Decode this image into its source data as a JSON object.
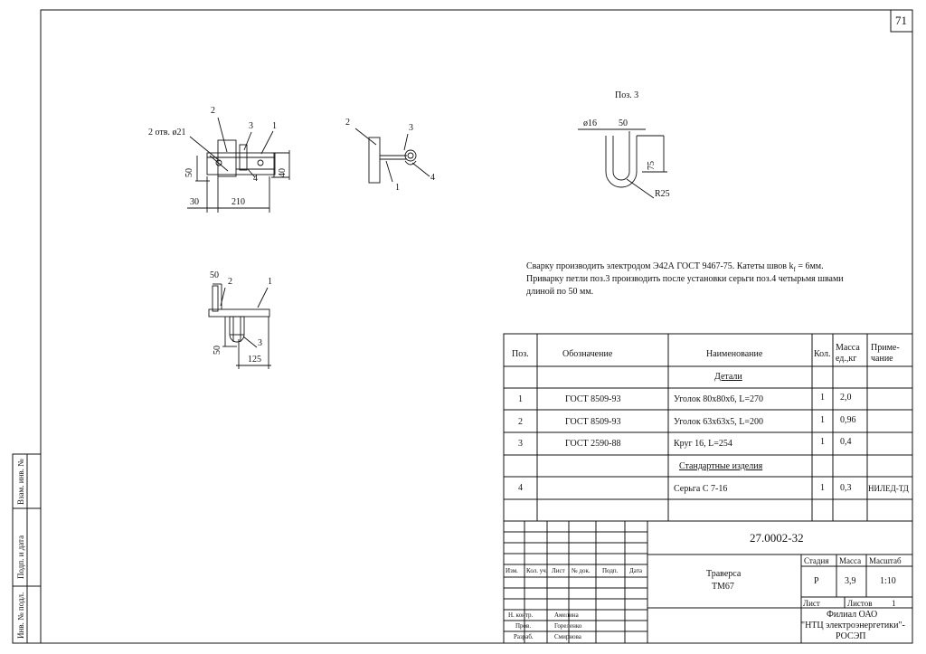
{
  "sheet": {
    "page_number": "71",
    "drawing_title": "Поз. 3"
  },
  "side_stamp": {
    "cells": [
      "Взам. инв. №",
      "Подп. и дата",
      "Инв. № подл."
    ]
  },
  "views": {
    "view1": {
      "lbl_holes": "2 отв.  ø21",
      "pos2": "2",
      "pos3": "3",
      "pos1": "1",
      "pos4": "4",
      "dim_50": "50",
      "dim_40": "40",
      "dim_30": "30",
      "dim_210": "210"
    },
    "view2": {
      "pos2": "2",
      "pos3": "3",
      "pos4": "4",
      "pos1": "1"
    },
    "view3": {
      "dim_d16": "ø16",
      "dim_50": "50",
      "dim_75": "75",
      "dim_r25": "R25"
    },
    "view4": {
      "dim_50_top": "50",
      "pos2": "2",
      "pos1": "1",
      "dim_50_side": "50",
      "pos3": "3",
      "dim_125": "125"
    }
  },
  "notes": {
    "line1_a": "Сварку производить электродом Э42А ГОСТ 9467-75.  Катеты швов k",
    "line1_sub": "f",
    "line1_b": " = 6мм.",
    "line2": "Приварку петли поз.3 производить после установки серьги поз.4 четырьмя швами",
    "line3": "длиной по 50 мм."
  },
  "spec": {
    "headers": {
      "pos": "Поз.",
      "designation": "Обозначение",
      "name": "Наименование",
      "qty": "Кол.",
      "mass": "Масса ед.,кг",
      "note": "Приме-чание"
    },
    "section_parts": "Детали",
    "section_std": "Стандартные изделия",
    "rows": [
      {
        "pos": "1",
        "designation": "ГОСТ 8509-93",
        "name": "Уголок 80х80х6, L=270",
        "qty": "1",
        "mass": "2,0",
        "note": ""
      },
      {
        "pos": "2",
        "designation": "ГОСТ 8509-93",
        "name": "Уголок 63х63х5,  L=200",
        "qty": "1",
        "mass": "0,96",
        "note": ""
      },
      {
        "pos": "3",
        "designation": "ГОСТ 2590-88",
        "name": "Круг 16, L=254",
        "qty": "1",
        "mass": "0,4",
        "note": ""
      },
      {
        "pos": "4",
        "designation": "",
        "name": "Серьга С 7-16",
        "qty": "1",
        "mass": "0,3",
        "note": "НИЛЕД-ТД"
      }
    ]
  },
  "title_block": {
    "doc_number": "27.0002-32",
    "product_name": "Траверса",
    "product_code": "ТМ67",
    "col_headers": [
      "Изм.",
      "Кол. уч.",
      "Лист",
      "№ док.",
      "Подп.",
      "Дата"
    ],
    "roles": [
      {
        "role": "Н. контр.",
        "name": "Амелина"
      },
      {
        "role": "Пров.",
        "name": "Гореленко"
      },
      {
        "role": "Разраб.",
        "name": "Смирнова"
      }
    ],
    "stage_label": "Стадия",
    "mass_label": "Масса",
    "scale_label": "Масштаб",
    "stage": "Р",
    "mass": "3,9",
    "scale": "1:10",
    "sheet_label": "Лист",
    "sheets_label": "Листов",
    "sheets": "1",
    "org_line1": "Филиал ОАО",
    "org_line2": "\"НТЦ электроэнергетики\"-",
    "org_line3": "РОСЭП"
  }
}
